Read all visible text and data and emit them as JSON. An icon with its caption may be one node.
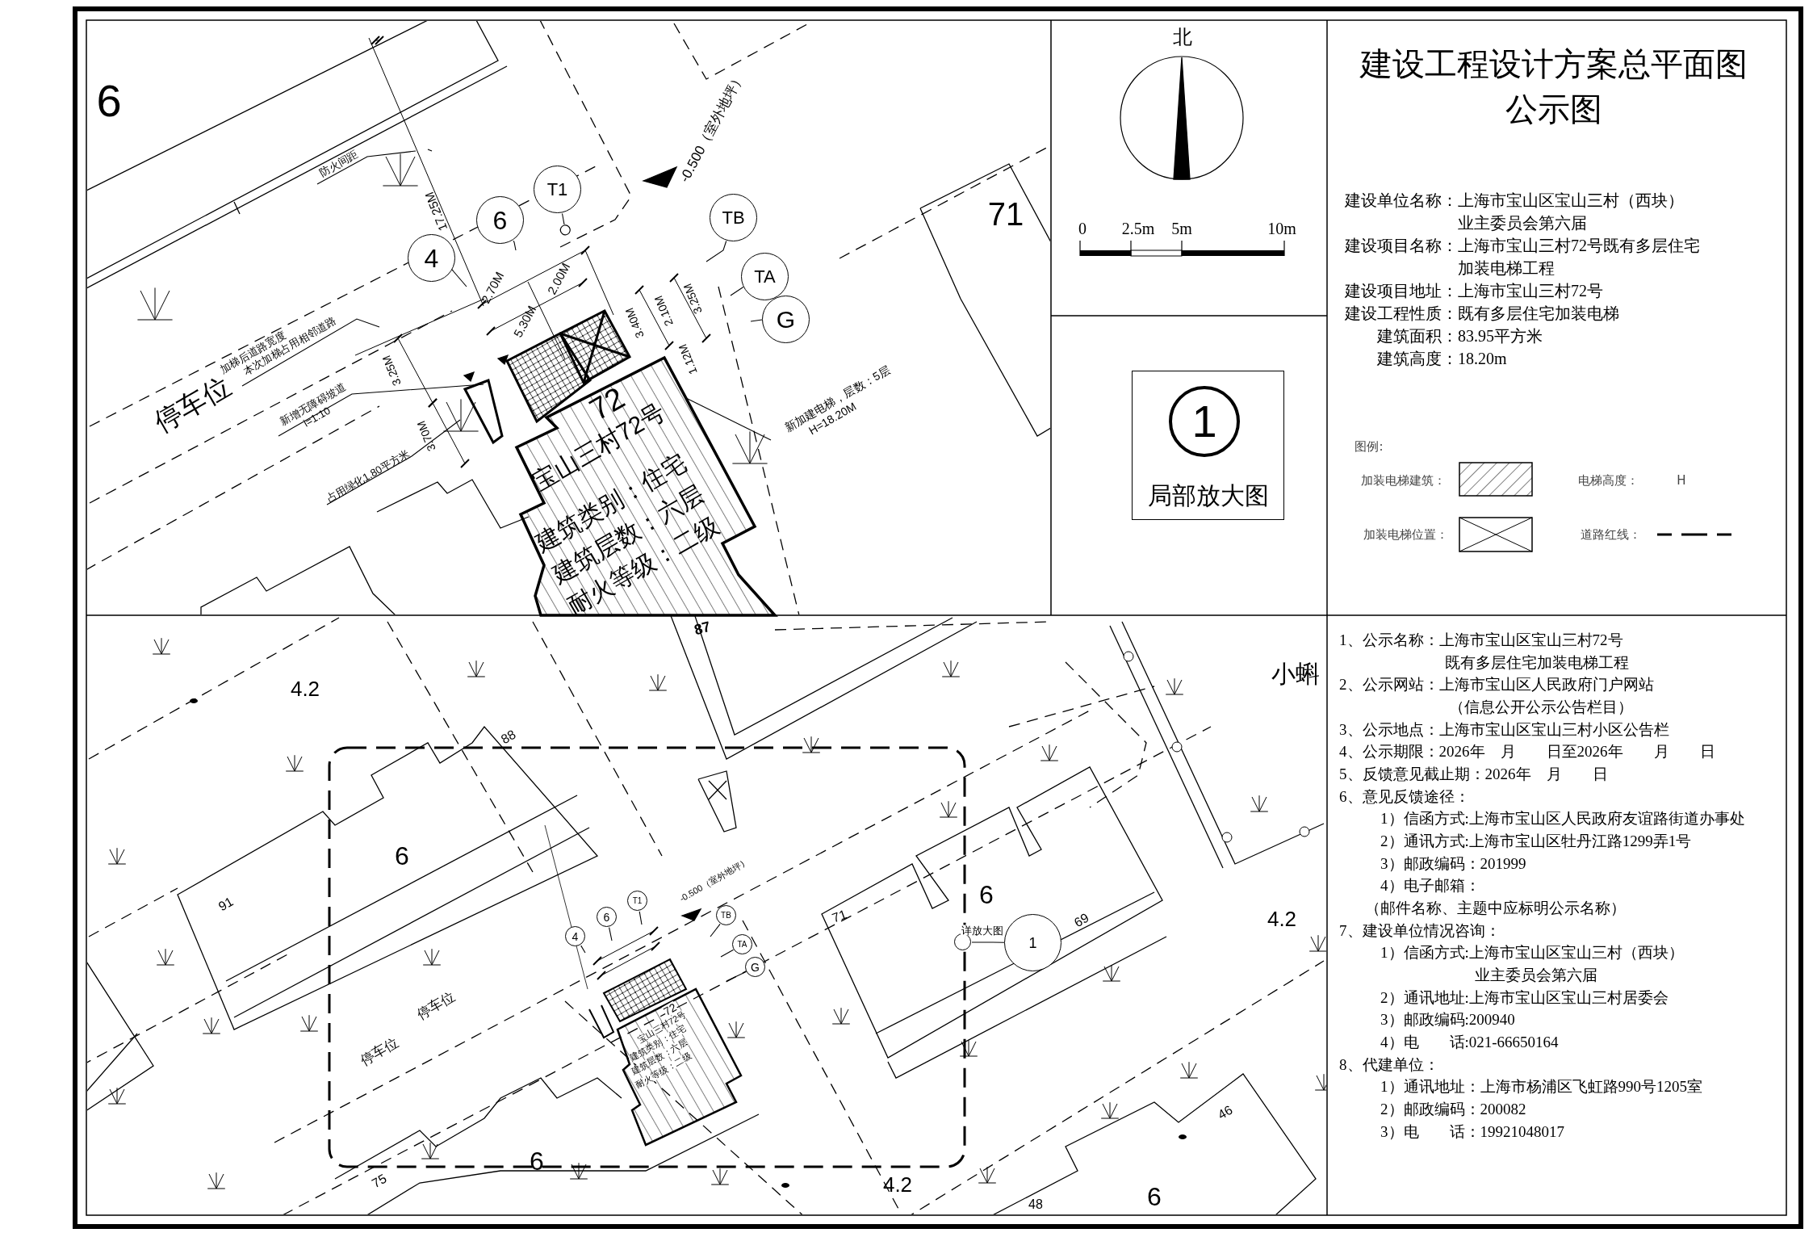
{
  "diagram": {
    "title": "建设工程设计方案总平面图公示图",
    "nodes": [
      {
        "text": [
          "局部放大图"
        ]
      },
      {
        "text": [
          "1"
        ],
        "in": 0
      },
      {
        "text": [
          "4"
        ]
      },
      {
        "text": [
          "6"
        ]
      },
      {
        "text": [
          "T1"
        ]
      },
      {
        "text": [
          "TB"
        ]
      },
      {
        "text": [
          "TA"
        ]
      },
      {
        "text": [
          "G"
        ]
      },
      {
        "text": [
          "防火间距"
        ]
      },
      {
        "text": [
          "加梯后道路宽度",
          "本次加梯占用相邻道路"
        ]
      },
      {
        "text": [
          "新增无障碍坡道",
          "i=1:10"
        ]
      },
      {
        "text": [
          "占用绿化1.80平方米"
        ]
      },
      {
        "text": [
          "新加建电梯，层数：5层",
          "H=18.20M"
        ]
      },
      {
        "text": [
          "4"
        ]
      },
      {
        "text": [
          "6"
        ]
      },
      {
        "text": [
          "T1"
        ]
      },
      {
        "text": [
          "TB"
        ]
      },
      {
        "text": [
          "TA"
        ]
      },
      {
        "text": [
          "G"
        ]
      },
      {
        "text": [],
        "shape": "circle"
      },
      {
        "text": [
          "1"
        ]
      },
      {
        "text": [
          "72",
          "宝山三村72号",
          "建筑类别：住宅",
          "建筑层数：六层",
          "耐火等级：二级"
        ]
      },
      {
        "text": [
          "72",
          "宝山三村72号",
          "建筑类别：住宅",
          "建筑层数：六层",
          "耐火等级：二级"
        ]
      }
    ],
    "edges": [
      {
        "from": 2,
        "to": null,
        "arrow": "none"
      },
      {
        "from": 3,
        "to": null,
        "arrow": "none"
      },
      {
        "from": 4,
        "to": null,
        "arrow": "other"
      },
      {
        "from": 5,
        "to": null,
        "arrow": "none"
      },
      {
        "from": 6,
        "to": null,
        "arrow": "none"
      },
      {
        "from": 7,
        "to": null,
        "arrow": "none"
      },
      {
        "from": 8,
        "to": null,
        "arrow": "none"
      },
      {
        "from": 9,
        "to": null,
        "arrow": "none"
      },
      {
        "from": 10,
        "to": null,
        "arrow": "none"
      },
      {
        "from": 11,
        "to": null,
        "arrow": "none"
      },
      {
        "from": 12,
        "to": 21,
        "arrow": "none"
      },
      {
        "from": 13,
        "to": null,
        "arrow": "none"
      },
      {
        "from": 14,
        "to": null,
        "arrow": "none"
      },
      {
        "from": 15,
        "to": null,
        "arrow": "none"
      },
      {
        "from": 16,
        "to": null,
        "arrow": "none"
      },
      {
        "from": 17,
        "to": null,
        "arrow": "none"
      },
      {
        "from": 18,
        "to": null,
        "arrow": "none"
      },
      {
        "from": 19,
        "to": 20,
        "arrow": "none",
        "label": "详放大图"
      }
    ],
    "labels": [
      "北",
      "0",
      "2.5m",
      "5m",
      "10m",
      "建设单位名称：上海市宝山区宝山三村（西块）业主委员会第六届",
      "建设项目名称：上海市宝山三村72号既有多层住宅加装电梯工程",
      "建设项目地址：上海市宝山三村72号",
      "建设工程性质：既有多层住宅加装电梯",
      "建筑面积：83.95平方米",
      "建筑高度：18.20m",
      "图例:",
      "H",
      "1、公示名称：上海市宝山区宝山三村72号既有多层住宅加装电梯工程",
      "2、公示网站：上海市宝山区人民政府门户网站（信息公开公示公告栏目）",
      "3、公示地点：上海市宝山区宝山三村小区公告栏",
      "4、公示期限：2026年　月　　日至2026年　　月　　日",
      "5、反馈意见截止期：2026年　月　　日",
      "6、意见反馈途径：",
      "1）信函方式:上海市宝山区人民政府友谊路街道办事处",
      "2）通讯方式:上海市宝山区牡丹江路1299弄1号",
      "3）邮政编码：201999",
      "4）电子邮箱：",
      "（邮件名称、主题中应标明公示名称）",
      "7、建设单位情况咨询：",
      "1）信函方式:上海市宝山区宝山三村（西块）业主委员会第六届",
      "2）通讯地址:上海市宝山区宝山三村居委会",
      "3）邮政编码:200940",
      "4）电　　话:021-66650164",
      "8、代建单位：",
      "1）通讯地址：上海市杨浦区飞虹路990号1205室",
      "2）邮政编码：200082",
      "3）电　　话：19921048017",
      "6",
      "17.25M",
      "2.70M",
      "2.00M",
      "5.30M",
      "-0.500（室外地坪）",
      "3.40M",
      "2.10M",
      "3.25M",
      "1.12M",
      "停车位",
      "3.25M",
      "3.70M",
      "71",
      "87",
      "小蝌",
      "4.2",
      "88",
      "6",
      "91",
      "-0.500（室外地坪）",
      "停车位",
      "停车位",
      "71",
      "6",
      "69",
      "4.2",
      "6",
      "75",
      "4.2",
      "46",
      "48",
      "6"
    ],
    "legend": [
      {
        "text": "加装电梯建筑："
      },
      {
        "text": "电梯高度："
      },
      {
        "text": "加装电梯位置："
      },
      {
        "text": "道路红线："
      }
    ]
  }
}
